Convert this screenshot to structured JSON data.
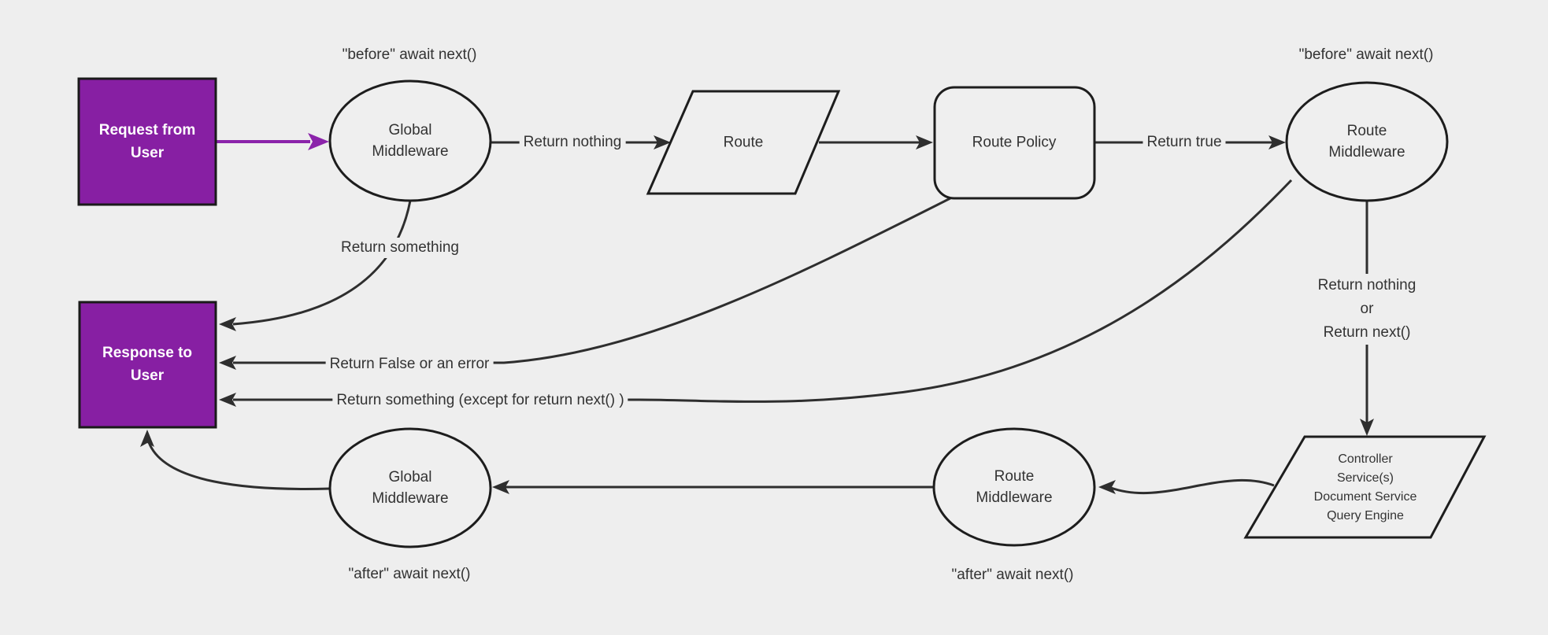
{
  "colors": {
    "background": "#eeeeee",
    "node_fill": "#efefef",
    "node_stroke": "#1d1d1d",
    "edge_stroke": "#2e2e2e",
    "label_text": "#333333",
    "purple_fill": "#871fa3",
    "purple_arrow": "#8b23aa",
    "box_text": "#ffffff"
  },
  "nodes": {
    "request": {
      "label": "Request from User"
    },
    "response": {
      "label": "Response to User"
    },
    "global_middleware_top": {
      "label": "Global Middleware"
    },
    "route": {
      "label": "Route"
    },
    "route_policy": {
      "label": "Route Policy"
    },
    "route_middleware_top": {
      "label": "Route Middleware"
    },
    "controller": {
      "lines": [
        "Controller",
        "Service(s)",
        "Document Service",
        "Query Engine"
      ]
    },
    "route_middleware_bottom": {
      "label": "Route Middleware"
    },
    "global_middleware_bottom": {
      "label": "Global Middleware"
    }
  },
  "edge_labels": {
    "before_await_left": "\"before\" await next()",
    "before_await_right": "\"before\" await next()",
    "after_await_left": "\"after\" await next()",
    "after_await_right": "\"after\" await next()",
    "return_nothing": "Return nothing",
    "return_true": "Return true",
    "return_something": "Return something",
    "return_false_or_error": "Return False or an error",
    "return_something_except": "Return something (except for return next() )",
    "return_nothing_or": [
      "Return nothing",
      "or",
      "Return next()"
    ]
  }
}
